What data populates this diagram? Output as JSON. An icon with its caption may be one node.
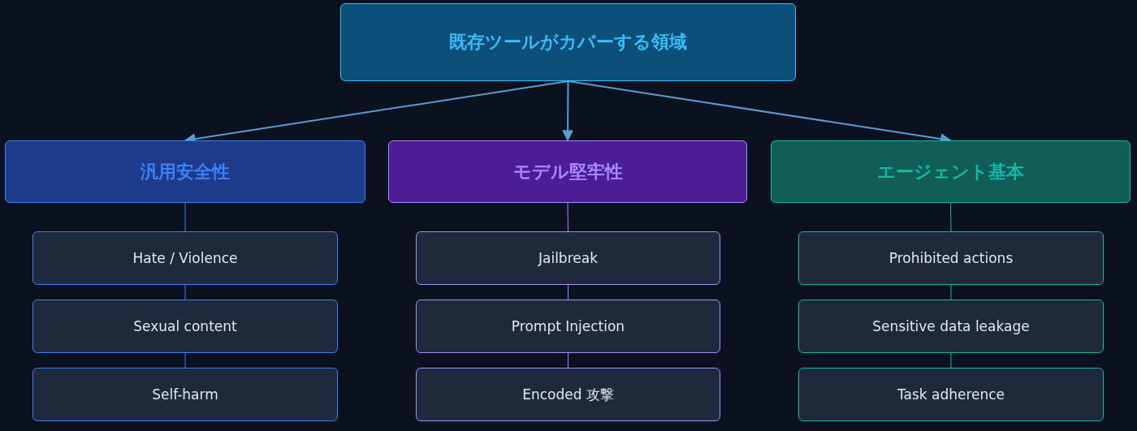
{
  "diagram": {
    "nodes": [
      {
        "text": [
          "既存ツールがカバーする領域"
        ]
      },
      {
        "text": [
          "汎用安全性"
        ]
      },
      {
        "text": [
          "モデル堅牢性"
        ]
      },
      {
        "text": [
          "エージェント基本"
        ]
      },
      {
        "text": [
          "Hate / Violence"
        ]
      },
      {
        "text": [
          "Sexual content"
        ]
      },
      {
        "text": [
          "Self-harm"
        ]
      },
      {
        "text": [
          "Jailbreak"
        ]
      },
      {
        "text": [
          "Prompt Injection"
        ]
      },
      {
        "text": [
          "Encoded 攻撃"
        ]
      },
      {
        "text": [
          "Prohibited actions"
        ]
      },
      {
        "text": [
          "Sensitive data leakage"
        ]
      },
      {
        "text": [
          "Task adherence"
        ]
      }
    ],
    "edges": [
      {
        "from": 0,
        "to": 1,
        "arrow": "to",
        "color": "#5b9bd5"
      },
      {
        "from": 0,
        "to": 2,
        "arrow": "to",
        "color": "#5b9bd5"
      },
      {
        "from": 0,
        "to": 3,
        "arrow": "to",
        "color": "#5b9bd5"
      },
      {
        "from": 1,
        "to": 4,
        "arrow": "none",
        "color": "#3b82f6"
      },
      {
        "from": 4,
        "to": 5,
        "arrow": "none",
        "color": "#3b82f6"
      },
      {
        "from": 5,
        "to": 6,
        "arrow": "none",
        "color": "#3b82f6"
      },
      {
        "from": 2,
        "to": 7,
        "arrow": "none",
        "color": "#a78bfa"
      },
      {
        "from": 7,
        "to": 8,
        "arrow": "none",
        "color": "#a78bfa"
      },
      {
        "from": 8,
        "to": 9,
        "arrow": "none",
        "color": "#a78bfa"
      },
      {
        "from": 3,
        "to": 10,
        "arrow": "none",
        "color": "#14b8a6"
      },
      {
        "from": 10,
        "to": 11,
        "arrow": "none",
        "color": "#14b8a6"
      },
      {
        "from": 11,
        "to": 12,
        "arrow": "none",
        "color": "#14b8a6"
      }
    ]
  }
}
